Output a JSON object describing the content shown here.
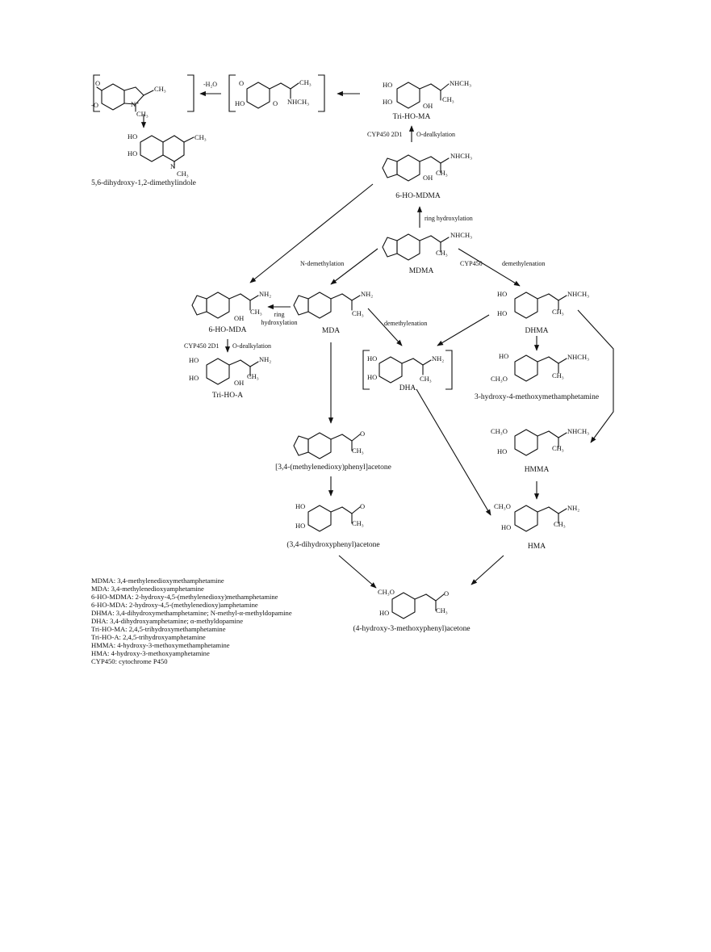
{
  "compounds": {
    "tri_ho_ma": "Tri-HO-MA",
    "mdma_6ho": "6-HO-MDMA",
    "mdma": "MDMA",
    "mda_6ho": "6-HO-MDA",
    "mda": "MDA",
    "dhma": "DHMA",
    "tri_ho_a": "Tri-HO-A",
    "dha": "DHA",
    "mdpa": "[3,4-(methylenedioxy)phenyl]acetone",
    "dhpa": "(3,4-dihydroxyphenyl)acetone",
    "hmma": "HMMA",
    "hma": "HMA",
    "hmpa": "(4-hydroxy-3-methoxyphenyl)acetone",
    "hmmetha": "3-hydroxy-4-methoxymethamphetamine",
    "indole": "5,6-dihydroxy-1,2-dimethylindole"
  },
  "conditions": {
    "water_loss": "-H₂O",
    "cyp2d1": "CYP450 2D1",
    "odealk": "O-dealkylation",
    "ring_hydrox": "ring hydroxylation",
    "ndemeth": "N-demethylation",
    "cyp450": "CYP450",
    "demethylenation": "demethylenation",
    "ring": "ring",
    "hydroxylation": "hydroxylation"
  },
  "atoms": {
    "ho": "HO",
    "oh": "OH",
    "o": "O",
    "o_minus": "-O",
    "ch3": "CH₃",
    "ch3o": "CH₃O",
    "nhch3": "NHCH₃",
    "nh2": "NH₂",
    "n_plus": "N⁺",
    "n": "N"
  },
  "legend": [
    "MDMA: 3,4-methylenedioxymethamphetamine",
    "MDA: 3,4-methylenedioxyamphetamine",
    "6-HO-MDMA: 2-hydroxy-4,5-(methylenedioxy)methamphetamine",
    "6-HO-MDA: 2-hydroxy-4,5-(methylenedioxy)amphetamine",
    "DHMA: 3,4-dihydroxymethamphetamine; N-methyl-α-methyldopamine",
    "DHA: 3,4-dihydroxyamphetamine; α-methyldopamine",
    "Tri-HO-MA: 2,4,5-trihydroxymethamphetamine",
    "Tri-HO-A: 2,4,5-trihydroxyamphetamine",
    "HMMA: 4-hydroxy-3-methoxymethamphetamine",
    "HMA: 4-hydroxy-3-methoxyamphetamine",
    "CYP450: cytochrome P450"
  ]
}
